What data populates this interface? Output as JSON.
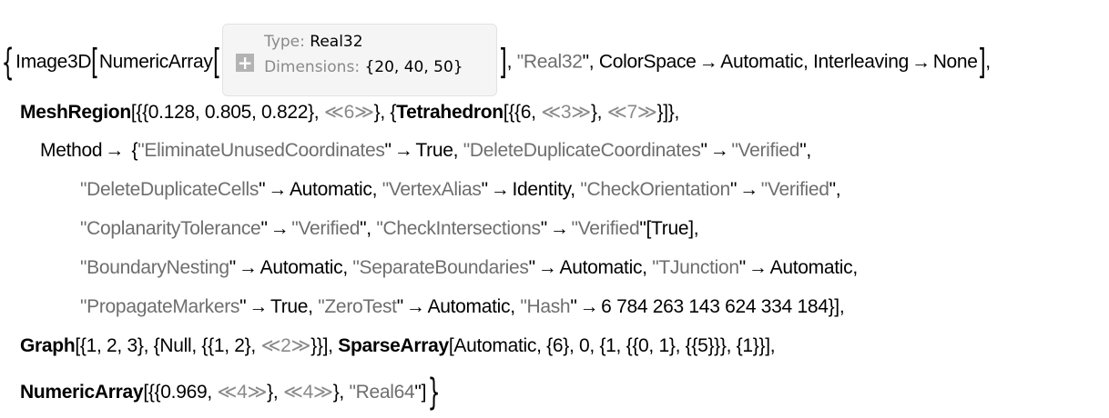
{
  "line1": {
    "image3d_head": "Image3D",
    "numericarray_head": "NumericArray",
    "summary": {
      "type_label": "Type: ",
      "type_value": "Real32",
      "dims_label": "Dimensions: ",
      "dims_value": "{20, 40, 50}",
      "expand_icon": "plus-icon"
    },
    "after_box_1": ", ",
    "type_string": "Real32",
    "after_box_2": ", ColorSpace",
    "arrow": "→",
    "colorspace_value": "Automatic, Interleaving",
    "interleaving_value": "None",
    "trailing": ","
  },
  "line2": {
    "mesh_head": "MeshRegion",
    "coords_open": "[{{0.128, 0.805, 0.822}, ",
    "elided_coords": "≪6≫",
    "after_elided": "}, {",
    "tetra_head": "Tetrahedron",
    "tetra_open": "[{{6, ",
    "elided_a": "≪3≫",
    "mid": "}, ",
    "elided_b": "≪7≫",
    "close": "}]},"
  },
  "line3": {
    "method": "Method",
    "arrow": "→",
    "open": " {",
    "k1": "EliminateUnusedCoordinates",
    "v1": "True",
    "k2": "DeleteDuplicateCoordinates",
    "v2": "Verified"
  },
  "line4": {
    "k1": "DeleteDuplicateCells",
    "v1": "Automatic",
    "k2": "VertexAlias",
    "v2": "Identity",
    "k3": "CheckOrientation",
    "v3": "Verified"
  },
  "line5": {
    "k1": "CoplanarityTolerance",
    "v1": "Verified",
    "k2": "CheckIntersections",
    "v2": "Verified",
    "v2_suffix": "[True],"
  },
  "line6": {
    "k1": "BoundaryNesting",
    "v1": "Automatic",
    "k2": "SeparateBoundaries",
    "v2": "Automatic",
    "k3": "TJunction",
    "v3": "Automatic"
  },
  "line7": {
    "k1": "PropagateMarkers",
    "v1": "True",
    "k2": "ZeroTest",
    "v2": "Automatic",
    "k3": "Hash",
    "v3": "6 784 263 143 624 334 184",
    "close": "}],"
  },
  "line8": {
    "graph_head": "Graph",
    "graph_args": "[{1, 2, 3}, {Null, {{1, 2}, ",
    "elided": "≪2≫",
    "graph_close": "}}], ",
    "sparse_head": "SparseArray",
    "sparse_args": "[Automatic, {6}, 0, {1, {{0, 1}, {{5}}}, {1}}],"
  },
  "line9": {
    "na_head": "NumericArray",
    "na_open": "[{{0.969, ",
    "elided_a": "≪4≫",
    "mid": "}, ",
    "elided_b": "≪4≫",
    "after": "}, ",
    "type_string": "Real64",
    "close": "]"
  }
}
